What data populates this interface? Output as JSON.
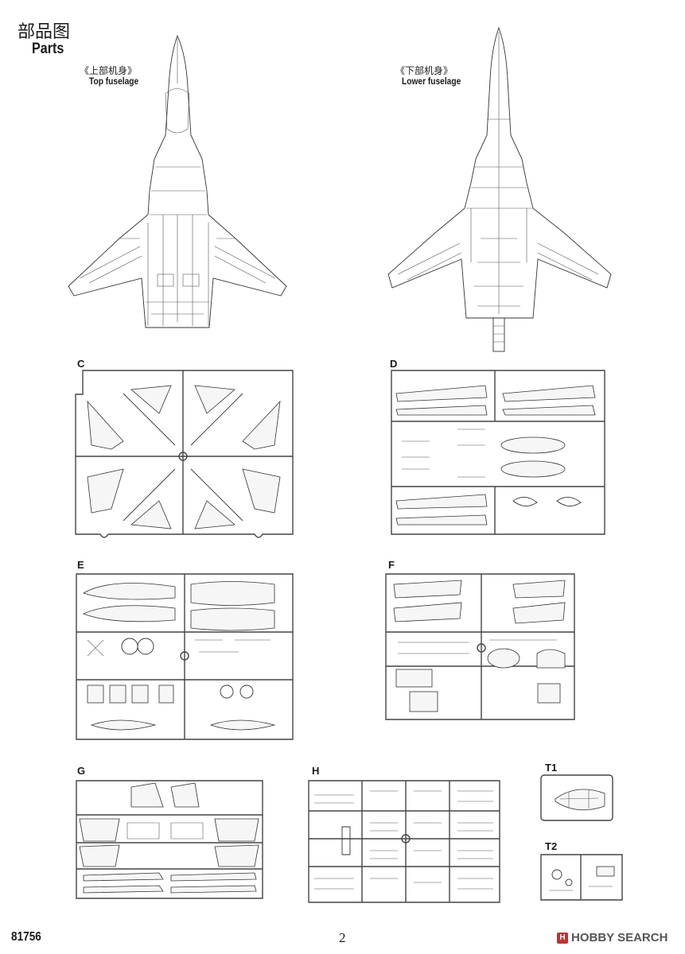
{
  "header": {
    "title_cn": "部品图",
    "title_en": "Parts"
  },
  "fuselage": {
    "top": {
      "label_cn": "《上部机身》",
      "label_en": "Top fuselage"
    },
    "lower": {
      "label_cn": "《下部机身》",
      "label_en": "Lower fuselage"
    }
  },
  "sprues": [
    {
      "id": "C",
      "tag": "C"
    },
    {
      "id": "D",
      "tag": "D"
    },
    {
      "id": "E",
      "tag": "E"
    },
    {
      "id": "F",
      "tag": "F"
    },
    {
      "id": "G",
      "tag": "G"
    },
    {
      "id": "H",
      "tag": "H"
    },
    {
      "id": "T1",
      "tag": "T1"
    },
    {
      "id": "T2",
      "tag": "T2"
    }
  ],
  "footer": {
    "product_code": "81756",
    "page_number": "2",
    "watermark": "HOBBY SEARCH",
    "watermark_logo": "H"
  }
}
